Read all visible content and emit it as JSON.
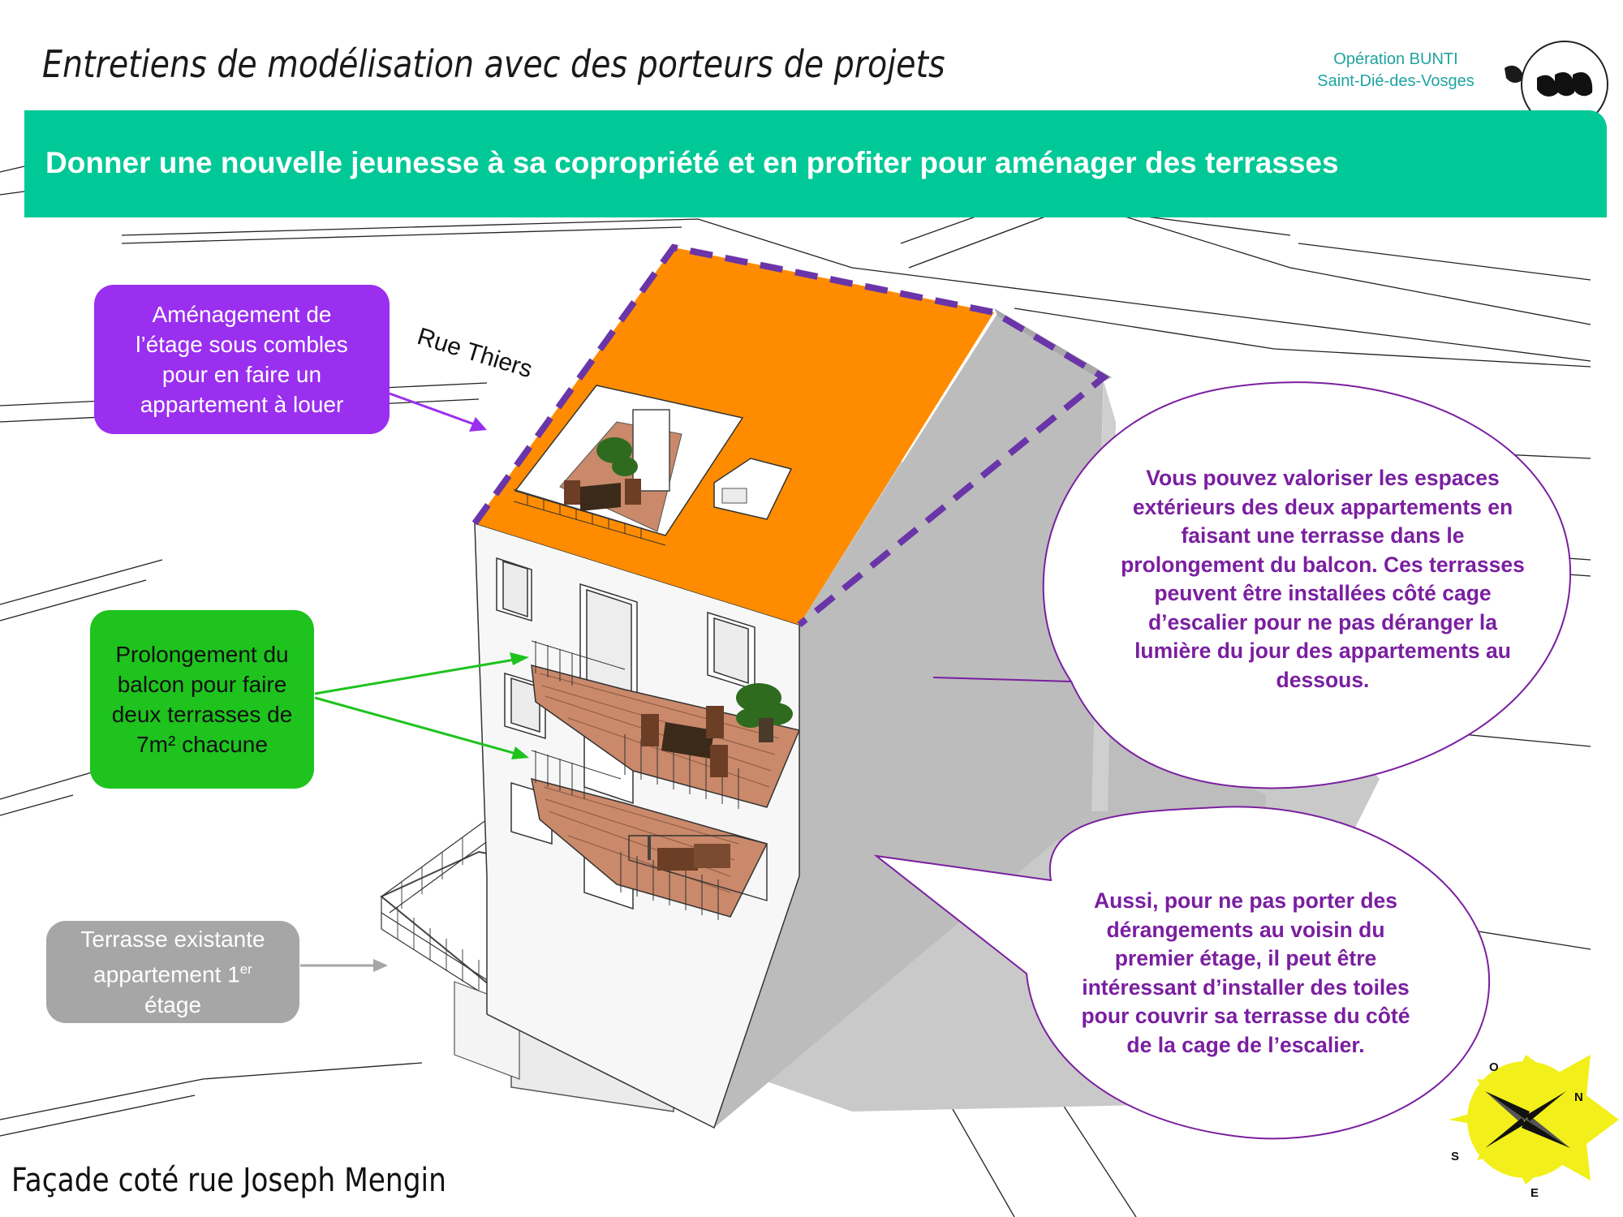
{
  "header": {
    "title": "Entretiens de modélisation avec des porteurs de projets",
    "operation_line1": "Opération BUNTI",
    "operation_line2": "Saint-Dié-des-Vosges"
  },
  "banner": {
    "text": "Donner une nouvelle jeunesse à sa copropriété et en profiter pour aménager des terrasses"
  },
  "callouts": {
    "attic": "Aménagement de l’étage sous combles pour en faire un appartement à louer",
    "balcony": "Prolongement du balcon pour faire deux terrasses de 7m² chacune",
    "terrace_line1": "Terrasse existante",
    "terrace_line2_a": "appartement 1",
    "terrace_line2_sup": "er",
    "terrace_line3": "étage"
  },
  "street_label": "Rue Thiers",
  "facade_label": "Façade coté rue Joseph Mengin",
  "bubbles": {
    "exterior": "Vous pouvez valoriser les espaces extérieurs des deux appartements en faisant une terrasse dans le prolongement du balcon. Ces terrasses peuvent être installées côté cage d’escalier pour ne pas déranger la lumière du jour des appartements au dessous.",
    "awning": "Aussi, pour ne pas porter des dérangements au voisin du premier étage, il peut être intéressant d’installer des toiles pour couvrir sa terrasse du côté de la cage de l’escalier."
  },
  "compass": {
    "o": "O",
    "n": "N",
    "s": "S",
    "e": "E"
  },
  "colors": {
    "banner": "#00c896",
    "roof": "#ff8c00",
    "outline": "#6a35a8",
    "purple_box": "#9a2fef",
    "green_box": "#1ec31e",
    "grey_box": "#a6a6a6",
    "bubble_text": "#7a1fa0",
    "compass_sun": "#f2ef1a"
  }
}
